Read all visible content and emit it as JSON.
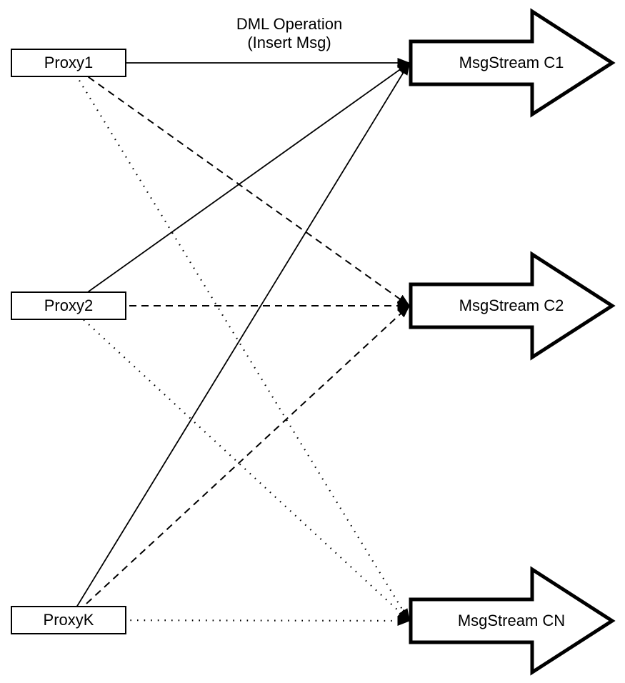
{
  "colors": {
    "ink": "#000000",
    "background": "#ffffff"
  },
  "title_label": {
    "line1": "DML Operation",
    "line2": "(Insert Msg)"
  },
  "proxies": [
    {
      "id": "proxy1",
      "label": "Proxy1"
    },
    {
      "id": "proxy2",
      "label": "Proxy2"
    },
    {
      "id": "proxyk",
      "label": "ProxyK"
    }
  ],
  "streams": [
    {
      "id": "c1",
      "label": "MsgStream C1"
    },
    {
      "id": "c2",
      "label": "MsgStream C2"
    },
    {
      "id": "cn",
      "label": "MsgStream CN"
    }
  ],
  "edges": [
    {
      "from": "proxy1",
      "to": "c1",
      "style": "solid"
    },
    {
      "from": "proxy1",
      "to": "c2",
      "style": "dashed"
    },
    {
      "from": "proxy1",
      "to": "cn",
      "style": "dotted"
    },
    {
      "from": "proxy2",
      "to": "c1",
      "style": "solid"
    },
    {
      "from": "proxy2",
      "to": "c2",
      "style": "dashed"
    },
    {
      "from": "proxy2",
      "to": "cn",
      "style": "dotted"
    },
    {
      "from": "proxyk",
      "to": "c1",
      "style": "solid"
    },
    {
      "from": "proxyk",
      "to": "c2",
      "style": "dashed"
    },
    {
      "from": "proxyk",
      "to": "cn",
      "style": "dotted"
    }
  ]
}
